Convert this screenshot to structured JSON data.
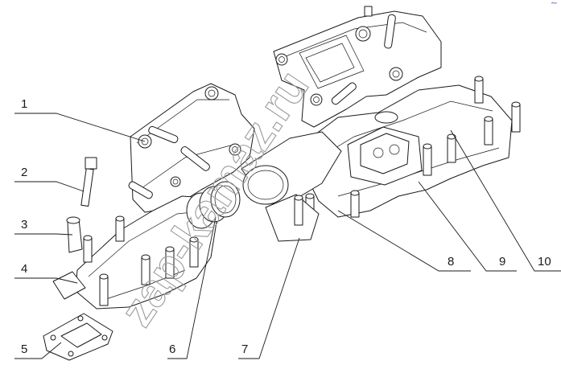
{
  "diagram": {
    "callouts": [
      {
        "id": "1",
        "label": "1"
      },
      {
        "id": "2",
        "label": "2"
      },
      {
        "id": "3",
        "label": "3"
      },
      {
        "id": "4",
        "label": "4"
      },
      {
        "id": "5",
        "label": "5"
      },
      {
        "id": "6",
        "label": "6"
      },
      {
        "id": "7",
        "label": "7"
      },
      {
        "id": "8",
        "label": "8"
      },
      {
        "id": "9",
        "label": "9"
      },
      {
        "id": "10",
        "label": "10"
      }
    ],
    "watermark": "zap-kamaz.ru",
    "corner_mark": "~"
  },
  "colors": {
    "line": "#1a1a1a",
    "watermark": "#9a9a9a",
    "background": "#ffffff"
  }
}
